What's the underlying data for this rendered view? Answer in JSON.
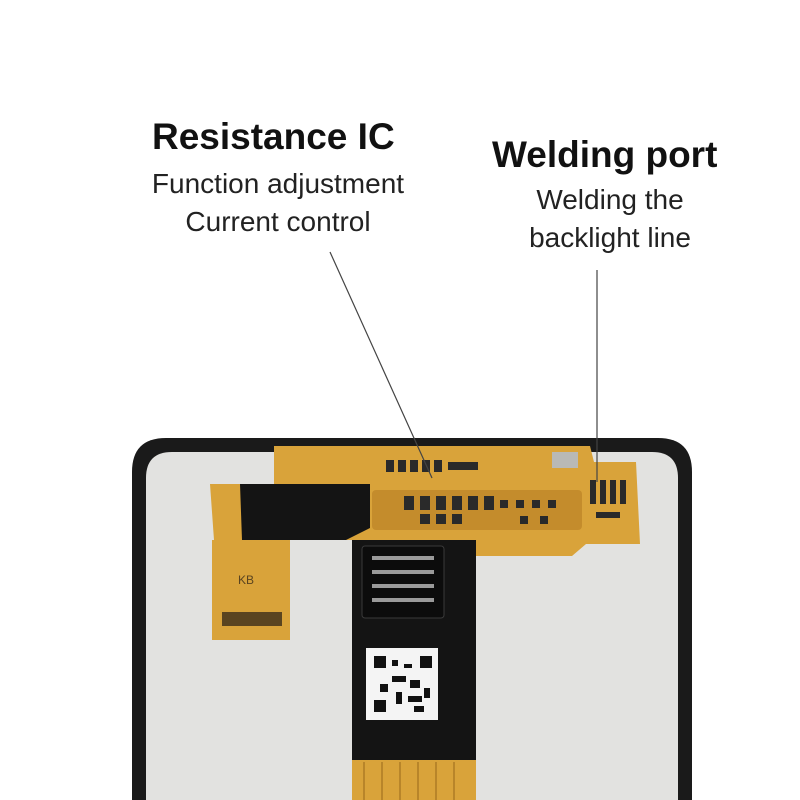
{
  "labels": {
    "resistance_ic": {
      "title": "Resistance IC",
      "line1": "Function adjustment",
      "line2": "Current control"
    },
    "welding_port": {
      "title": "Welding port",
      "line1": "Welding the",
      "line2": "backlight line"
    }
  },
  "flex_print": {
    "kb_text": "KB"
  },
  "colors": {
    "flex_orange": "#d9a33a",
    "flex_black": "#141414",
    "panel_gray": "#e2e2e0",
    "frame_black": "#1a1a1a"
  }
}
